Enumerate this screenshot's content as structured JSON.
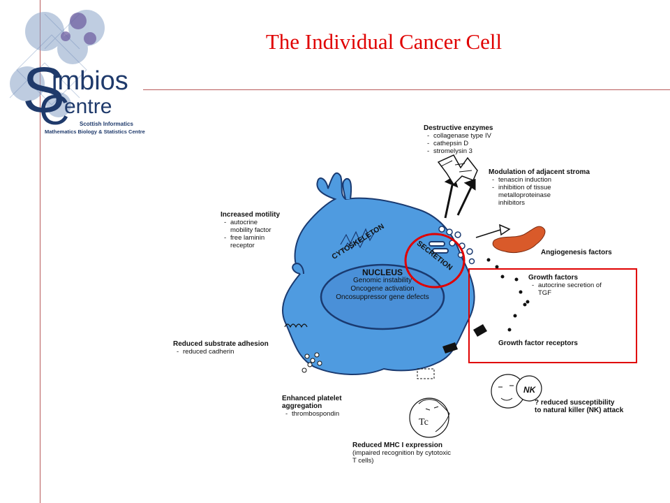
{
  "slide": {
    "title": "The Individual  Cancer Cell",
    "accent_color": "#e00000",
    "rule_color": "#b85a5a"
  },
  "logo": {
    "wordmark_part1": "imbios",
    "wordmark_part2": "entre",
    "sub1": "Scottish Informatics",
    "sub2": "Mathematics Biology & Statistics Centre",
    "color": "#1f3a6b"
  },
  "cell": {
    "cytoskeleton": "CYTOSKELETON",
    "secretion": "SECRETION",
    "nucleus": {
      "title": "NUCLEUS",
      "lines": [
        "Genomic instability",
        "Oncogene activation",
        "Oncosuppressor gene defects"
      ]
    },
    "fill_color": "#4f9be0"
  },
  "annotations": {
    "destructive_enzymes": {
      "title": "Destructive enzymes",
      "items": [
        "collagenase type IV",
        "cathepsin D",
        "stromelysin 3"
      ]
    },
    "stroma": {
      "title": "Modulation of adjacent stroma",
      "items": [
        "tenascin induction",
        "inhibition of tissue",
        "metalloproteinase",
        "inhibitors"
      ]
    },
    "motility": {
      "title": "Increased motility",
      "items": [
        "autocrine",
        "mobility factor",
        "free laminin",
        "receptor"
      ]
    },
    "angiogenesis": {
      "title": "Angiogenesis factors"
    },
    "growth_factors": {
      "title": "Growth factors",
      "items": [
        "autocrine secretion of",
        "TGF"
      ]
    },
    "growth_factor_receptors": {
      "title": "Growth factor receptors"
    },
    "adhesion": {
      "title": "Reduced substrate adhesion",
      "items": [
        "reduced cadherin"
      ]
    },
    "platelet": {
      "title_line1": "Enhanced platelet",
      "title_line2": "aggregation",
      "items": [
        "thrombospondin"
      ]
    },
    "nk": {
      "title_line1": "? reduced susceptibility",
      "title_line2": "to natural killer (NK) attack",
      "face_label": "NK"
    },
    "mhc": {
      "title": "Reduced MHC I expression",
      "line2": "(impaired recognition by cytotoxic",
      "line3": "T cells)",
      "face_label": "Tc"
    }
  }
}
